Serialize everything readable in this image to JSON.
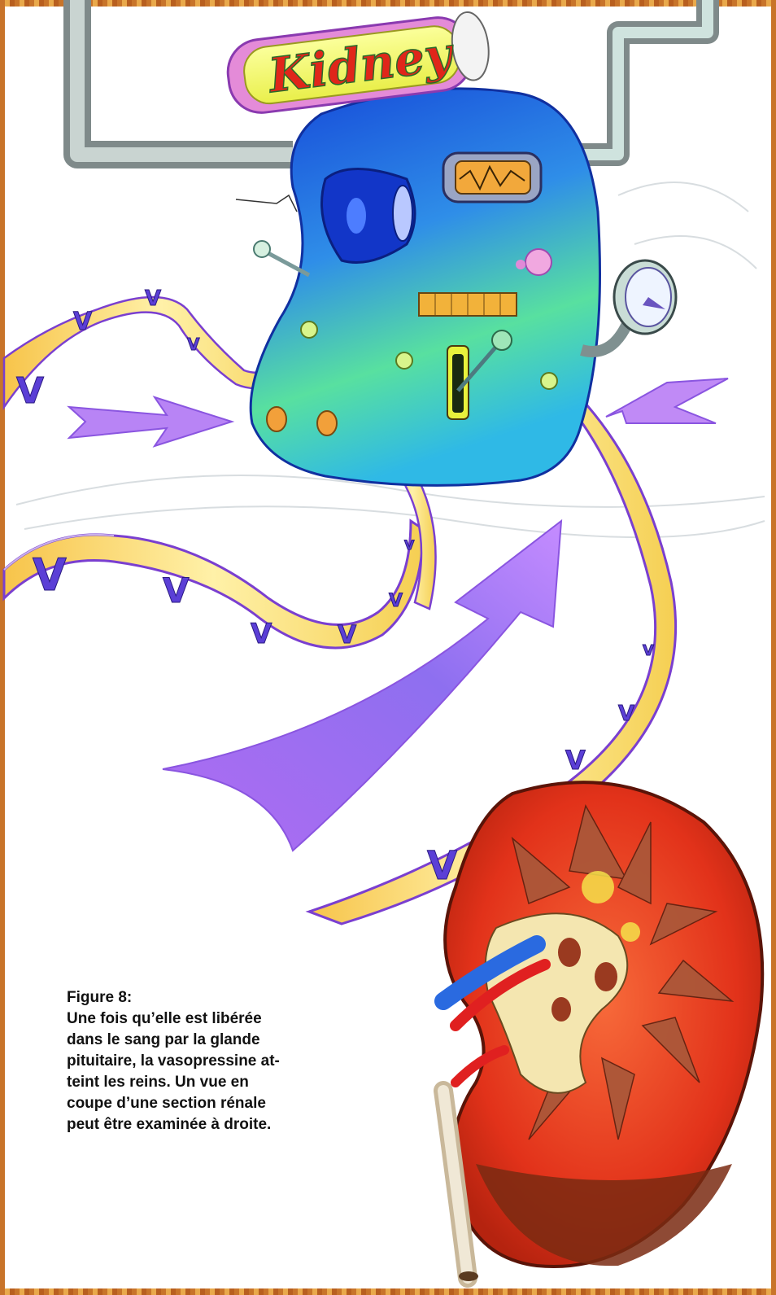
{
  "sign": {
    "label": "Kidney"
  },
  "caption": {
    "title": "Figure 8:",
    "lines": [
      "Une fois qu’elle est libérée",
      "dans le sang par la glande",
      "pituitaire, la vasopressine at-",
      "teint les reins. Un vue en",
      "coupe d’une section rénale",
      "peut être examinée à droite."
    ]
  },
  "ribbon_letter": "V",
  "colors": {
    "ribbon_fill": "#f5d35a",
    "ribbon_edge": "#7a3fd0",
    "arrow_purple": "#a06bf0",
    "kidney_red": "#e5341c",
    "machine_blue": "#1f5fe0",
    "machine_green": "#5fe39a",
    "border_orange": "#d9862f"
  }
}
